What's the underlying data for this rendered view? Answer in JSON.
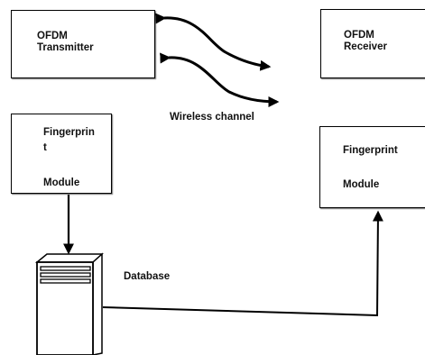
{
  "transmitter": {
    "line1": "OFDM",
    "line2": "Transmitter"
  },
  "receiver": {
    "line1": "OFDM",
    "line2": "Receiver"
  },
  "channel": {
    "label": "Wireless channel"
  },
  "fingerprint_left": {
    "line1": "Fingerprin",
    "line2": "t",
    "line3": "Module"
  },
  "fingerprint_right": {
    "line1": "Fingerprint",
    "line2": "Module"
  },
  "database": {
    "label": "Database"
  }
}
